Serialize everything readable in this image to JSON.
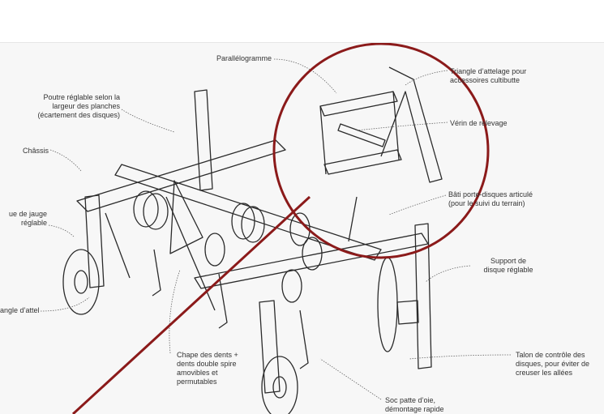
{
  "labels": {
    "parallelogram": "Parallélogramme",
    "hitch_triangle": "Triangle d’attelage pour\naccessoires cultibutte",
    "adjustable_beam": "Poutre réglable selon la\nlargeur des planches\n(écartement des disques)",
    "lift_cylinder": "Vérin de relevage",
    "chassis": "Châssis",
    "articulated_frame": "Bâti porte-disques articulé\n(pour le suivi du terrain)",
    "gauge_wheel": "ue de jauge\nréglable",
    "disc_support": "Support de\ndisque réglable",
    "hitch_triangle_front": "angle d’attelage",
    "tine_clevis": "Chape des dents +\ndents double spire\namovibles et\npermutables",
    "control_heel": "Talon de contrôle des\ndisques, pour éviter de\ncreuser les allées",
    "goosefoot_share": "Soc patte d’oie,\ndémontage rapide"
  },
  "colors": {
    "panel_bg": "#f7f7f7",
    "line": "#2b2b2b",
    "leader": "#666666",
    "zoom_circle": "#8b1a1a"
  }
}
